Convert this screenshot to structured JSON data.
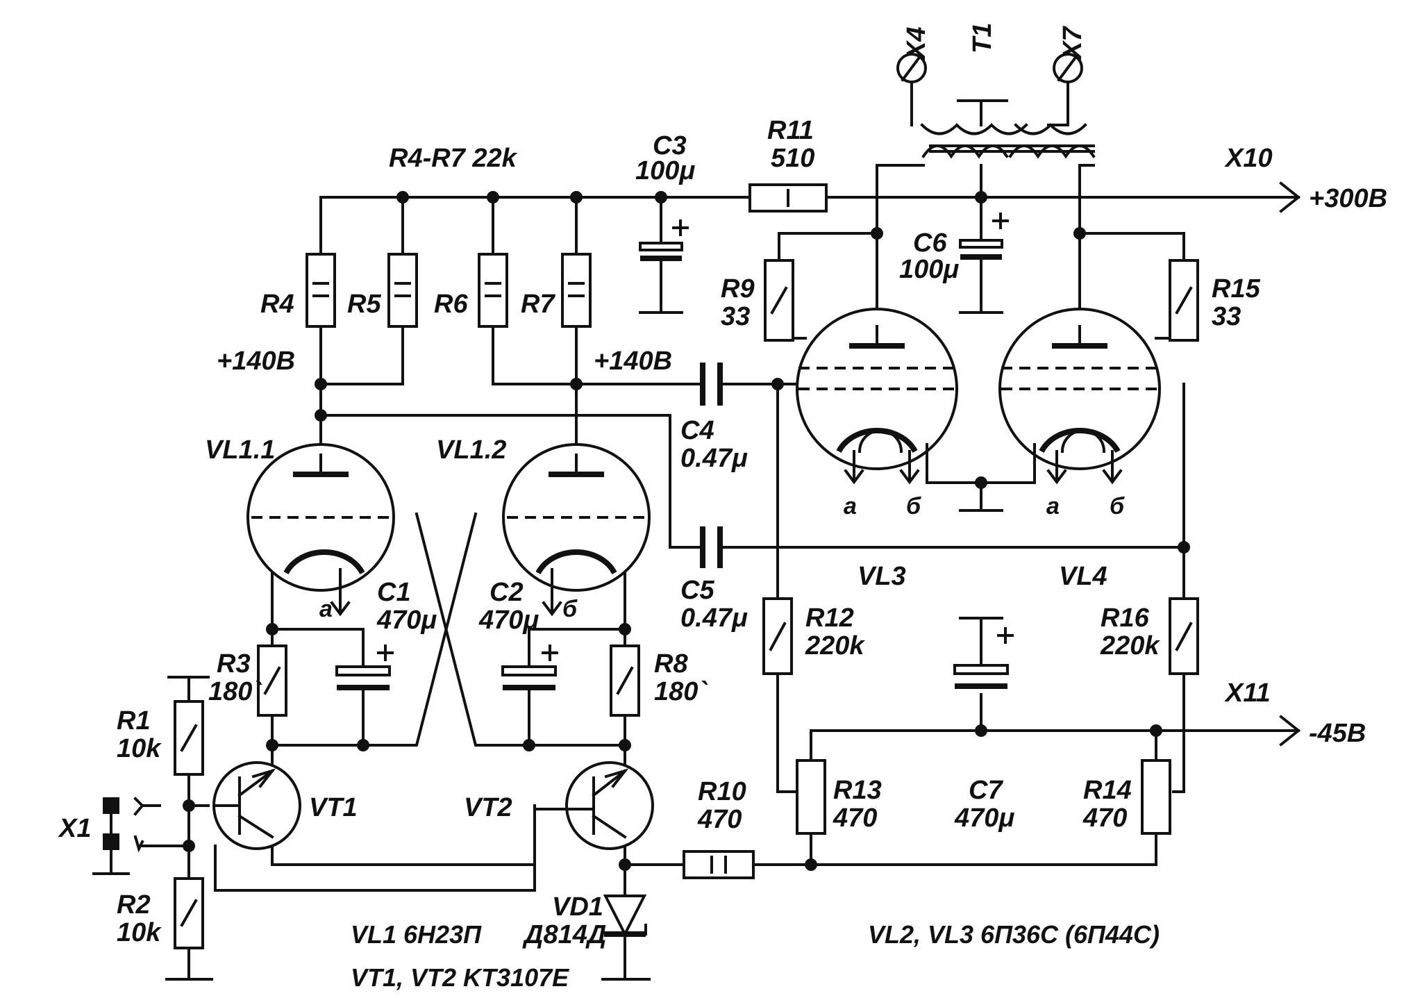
{
  "header": {
    "bus_note": "R4-R7 22k"
  },
  "rails": {
    "plus300": "+300В",
    "minus45": "-45В",
    "x10": "X10",
    "x11": "X11",
    "plus140_left": "+140В",
    "plus140_right": "+140В"
  },
  "connectors": {
    "x1": "X1",
    "x4": "X4",
    "x7": "X7"
  },
  "transformer": {
    "name": "T1"
  },
  "resistors": {
    "r1": {
      "name": "R1",
      "value": "10k"
    },
    "r2": {
      "name": "R2",
      "value": "10k"
    },
    "r3": {
      "name": "R3",
      "value": "180`"
    },
    "r4": {
      "name": "R4"
    },
    "r5": {
      "name": "R5"
    },
    "r6": {
      "name": "R6"
    },
    "r7": {
      "name": "R7"
    },
    "r8": {
      "name": "R8",
      "value": "180`"
    },
    "r9": {
      "name": "R9",
      "value": "33"
    },
    "r10": {
      "name": "R10",
      "value": "470"
    },
    "r11": {
      "name": "R11",
      "value": "510"
    },
    "r12": {
      "name": "R12",
      "value": "220k"
    },
    "r13": {
      "name": "R13",
      "value": "470"
    },
    "r14": {
      "name": "R14",
      "value": "470"
    },
    "r15": {
      "name": "R15",
      "value": "33"
    },
    "r16": {
      "name": "R16",
      "value": "220k"
    }
  },
  "capacitors": {
    "c1": {
      "name": "C1",
      "value": "470μ"
    },
    "c2": {
      "name": "C2",
      "value": "470μ"
    },
    "c3": {
      "name": "C3",
      "value": "100μ"
    },
    "c4": {
      "name": "C4",
      "value": "0.47μ"
    },
    "c5": {
      "name": "C5",
      "value": "0.47μ"
    },
    "c6": {
      "name": "C6",
      "value": "100μ"
    },
    "c7": {
      "name": "C7",
      "value": "470μ"
    }
  },
  "tubes": {
    "vl1_1": "VL1.1",
    "vl1_2": "VL1.2",
    "vl3": "VL3",
    "vl4": "VL4",
    "pin_a": "а",
    "pin_b": "б"
  },
  "transistors": {
    "vt1": "VT1",
    "vt2": "VT2"
  },
  "diode": {
    "name": "VD1",
    "type": "Д814Д"
  },
  "notes": {
    "vl1_type": "VL1 6Н23П",
    "vt_type": "VT1, VT2 KT3107E",
    "vl23_type": "VL2, VL3 6П36С (6П44С)"
  }
}
